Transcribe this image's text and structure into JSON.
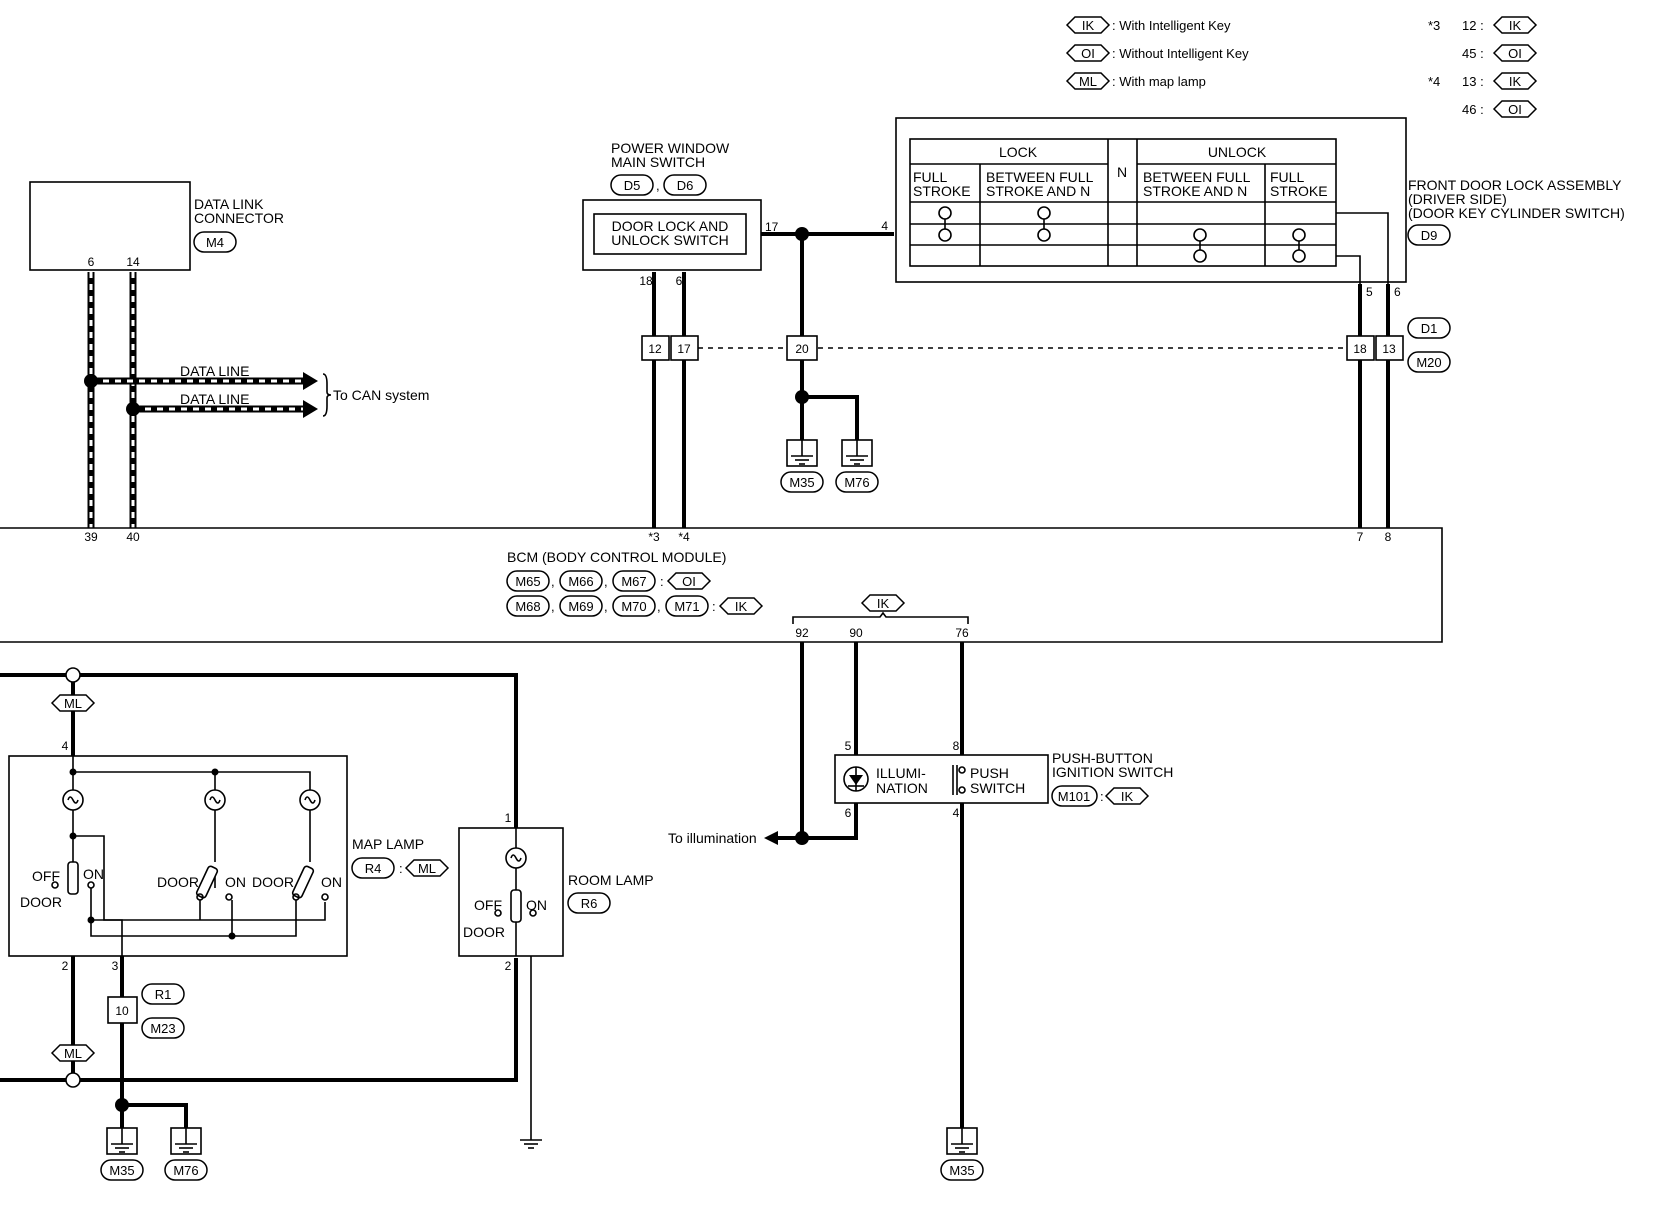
{
  "legend": {
    "ik": {
      "code": "IK",
      "text": ": With Intelligent Key"
    },
    "oi": {
      "code": "OI",
      "text": ": Without Intelligent Key"
    },
    "ml": {
      "code": "ML",
      "text": ": With map lamp"
    }
  },
  "notes": {
    "n3": {
      "mark": "*3",
      "rows": [
        {
          "pin": "12 :",
          "code": "IK"
        },
        {
          "pin": "45 :",
          "code": "OI"
        }
      ]
    },
    "n4": {
      "mark": "*4",
      "rows": [
        {
          "pin": "13 :",
          "code": "IK"
        },
        {
          "pin": "46 :",
          "code": "OI"
        }
      ]
    }
  },
  "data_link": {
    "name_1": "DATA LINK",
    "name_2": "CONNECTOR",
    "connector": "M4",
    "pin_6": "6",
    "pin_14": "14",
    "line_1": "DATA LINE",
    "line_2": "DATA LINE",
    "dest": "To CAN system"
  },
  "power_window": {
    "name_1": "POWER WINDOW",
    "name_2": "MAIN SWITCH",
    "conn_1": "D5",
    "conn_2": "D6",
    "sep": ",",
    "inner_1": "DOOR LOCK AND",
    "inner_2": "UNLOCK SWITCH",
    "pin_17": "17",
    "pin_18": "18",
    "pin_6": "6"
  },
  "door_lock": {
    "lock": "LOCK",
    "n": "N",
    "unlock": "UNLOCK",
    "full_1": "FULL",
    "full_2": "STROKE",
    "between_1": "BETWEEN FULL",
    "between_2": "STROKE AND N",
    "ufull_1": "FULL",
    "ufull_2": "STROKE",
    "name_1": "FRONT DOOR LOCK ASSEMBLY",
    "name_2": "(DRIVER SIDE)",
    "name_3": "(DOOR KEY CYLINDER SWITCH)",
    "connector": "D9",
    "pin_4": "4",
    "pin_5": "5",
    "pin_6": "6"
  },
  "joints": {
    "j12": "12",
    "j17": "17",
    "j20": "20",
    "j18": "18",
    "j13": "13",
    "d1": "D1",
    "m20": "M20"
  },
  "grounds": {
    "m35": "M35",
    "m76": "M76"
  },
  "bcm": {
    "name": "BCM (BODY CONTROL MODULE)",
    "row1": [
      "M65",
      "M66",
      "M67"
    ],
    "row1_code": "OI",
    "row2": [
      "M68",
      "M69",
      "M70",
      "M71"
    ],
    "row2_code": "IK",
    "sep": ",",
    "colon": ":",
    "pins_top": {
      "p39": "39",
      "p40": "40",
      "p3": "*3",
      "p4": "*4",
      "p7": "7",
      "p8": "8"
    },
    "pins_bottom": {
      "p92": "92",
      "p90": "90",
      "p76": "76",
      "ik": "IK"
    }
  },
  "ignition": {
    "illum_1": "ILLUMI-",
    "illum_2": "NATION",
    "push_1": "PUSH",
    "push_2": "SWITCH",
    "name_1": "PUSH-BUTTON",
    "name_2": "IGNITION SWITCH",
    "connector": "M101",
    "code": "IK",
    "pin_5": "5",
    "pin_8": "8",
    "pin_6": "6",
    "pin_4": "4",
    "to_illum": "To illumination"
  },
  "map_lamp": {
    "name": "MAP LAMP",
    "connector": "R4",
    "code": "ML",
    "colon": ":",
    "off": "OFF",
    "on": "ON",
    "door": "DOOR",
    "pin_4": "4",
    "pin_2": "2",
    "pin_3": "3"
  },
  "room_lamp": {
    "name": "ROOM LAMP",
    "connector": "R6",
    "off": "OFF",
    "on": "ON",
    "door": "DOOR",
    "pin_1": "1",
    "pin_2": "2"
  },
  "r1_joint": {
    "pin": "10",
    "c1": "R1",
    "c2": "M23"
  }
}
